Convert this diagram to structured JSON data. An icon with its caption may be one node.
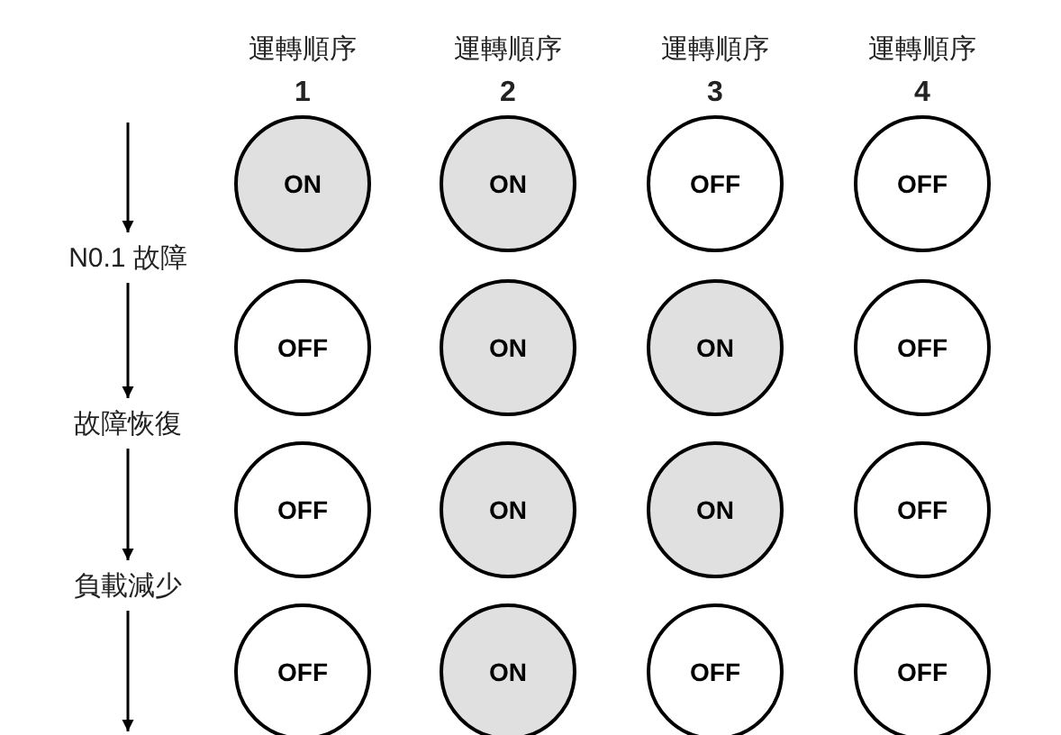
{
  "diagram": {
    "nodes": [
      {
        "text": [
          "ON"
        ]
      },
      {
        "text": [
          "ON"
        ]
      },
      {
        "text": [
          "OFF"
        ]
      },
      {
        "text": [
          "OFF"
        ]
      },
      {
        "text": [
          "N0.1 故障"
        ]
      },
      {
        "text": [
          "OFF"
        ]
      },
      {
        "text": [
          "ON"
        ]
      },
      {
        "text": [
          "ON"
        ]
      },
      {
        "text": [
          "OFF"
        ]
      },
      {
        "text": [
          "故障恢復"
        ]
      },
      {
        "text": [
          "OFF"
        ]
      },
      {
        "text": [
          "ON"
        ]
      },
      {
        "text": [
          "ON"
        ]
      },
      {
        "text": [
          "OFF"
        ]
      },
      {
        "text": [
          "負載減少"
        ]
      },
      {
        "text": [
          "OFF"
        ]
      },
      {
        "text": [
          "ON"
        ]
      },
      {
        "text": [
          "OFF"
        ]
      },
      {
        "text": [
          "OFF"
        ]
      }
    ],
    "edges": [
      {
        "from": null,
        "to": 4,
        "arrow": "to"
      },
      {
        "from": 4,
        "to": 9,
        "arrow": "to"
      },
      {
        "from": 9,
        "to": 14,
        "arrow": "to"
      },
      {
        "from": 14,
        "to": null,
        "arrow": "to"
      }
    ],
    "labels": [
      "運轉順序",
      "運轉順序",
      "運轉順序",
      "運轉順序",
      "1",
      "2",
      "3",
      "4"
    ]
  }
}
